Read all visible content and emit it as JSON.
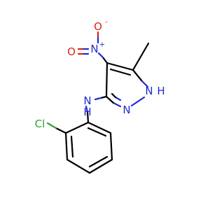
{
  "colors": {
    "carbon": "#000000",
    "nitrogen": "#1f2bd6",
    "oxygen": "#e0201b",
    "chlorine": "#2fa22f"
  },
  "labels": {
    "oxygen": "O",
    "minus": "-",
    "nitro_nitrogen": "N",
    "plus": "+",
    "ring_nh": "N",
    "ring_nh_h": "H",
    "ring_n": "N",
    "amine_n": "N",
    "amine_h": "H",
    "chlorine": "Cl"
  }
}
